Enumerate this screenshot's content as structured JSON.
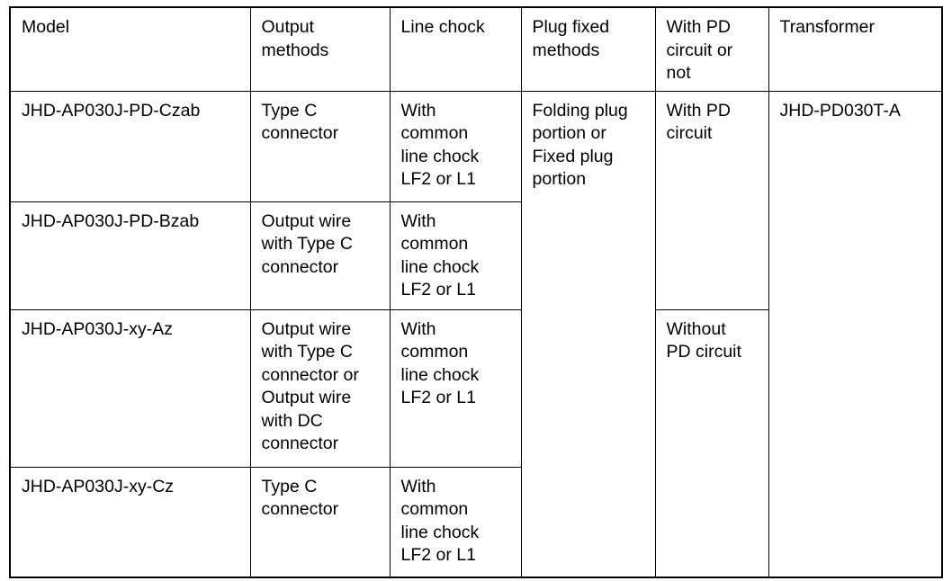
{
  "table": {
    "columns": [
      {
        "key": "model",
        "header": "Model"
      },
      {
        "key": "output",
        "header": "Output\nmethods"
      },
      {
        "key": "chock",
        "header": "Line chock"
      },
      {
        "key": "plug",
        "header": "Plug fixed\nmethods"
      },
      {
        "key": "pd",
        "header": "With PD\ncircuit or\nnot"
      },
      {
        "key": "transformer",
        "header": "Transformer"
      }
    ],
    "rows": [
      {
        "model": "JHD-AP030J-PD-Czab",
        "output": "Type C\nconnector",
        "chock": "With\ncommon\nline chock\nLF2 or L1",
        "plug": "Folding plug\nportion or\nFixed plug\nportion",
        "pd": "With PD\ncircuit",
        "transformer": "JHD-PD030T-A"
      },
      {
        "model": "JHD-AP030J-PD-Bzab",
        "output": "Output wire\nwith Type C\nconnector",
        "chock": "With\ncommon\nline chock\nLF2 or L1",
        "plug": "",
        "pd": "",
        "transformer": ""
      },
      {
        "model": "JHD-AP030J-xy-Az",
        "output": "Output wire\nwith Type C\nconnector or\nOutput wire\nwith DC\nconnector",
        "chock": "With\ncommon\nline chock\nLF2 or L1",
        "plug": "",
        "pd": "Without\nPD circuit",
        "transformer": ""
      },
      {
        "model": "JHD-AP030J-xy-Cz",
        "output": "Type C\nconnector",
        "chock": "With\ncommon\nline chock\nLF2 or L1",
        "plug": "",
        "pd": "",
        "transformer": ""
      }
    ]
  },
  "colors": {
    "border": "#000000",
    "text": "#000000",
    "background": "#ffffff"
  }
}
